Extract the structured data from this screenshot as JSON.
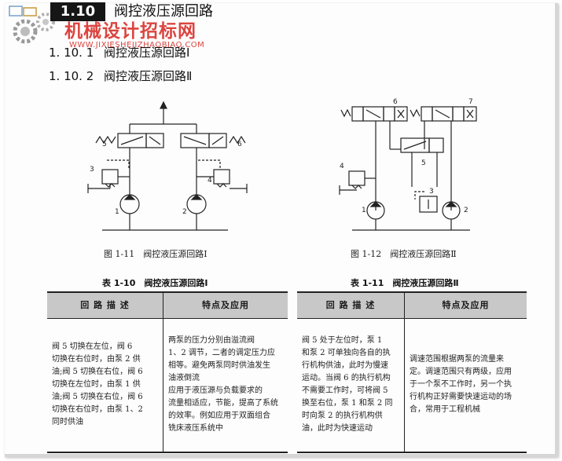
{
  "section": {
    "number": "1.10",
    "title": "阀控液压源回路"
  },
  "watermark": {
    "text": "机械设计招标网",
    "url": "WWW.JIXIESHEJIZHAOBIAO.COM"
  },
  "subsections": [
    {
      "number": "1. 10. 1",
      "title": "阀控液压源回路Ⅰ"
    },
    {
      "number": "1. 10. 2",
      "title": "阀控液压源回路Ⅱ"
    }
  ],
  "figures": [
    {
      "caption": "图 1-11　阀控液压源回路Ⅰ",
      "labels": [
        "5",
        "6",
        "3",
        "4",
        "1",
        "2"
      ]
    },
    {
      "caption": "图 1-12　阀控液压源回路Ⅱ",
      "labels": [
        "6",
        "7",
        "5",
        "4",
        "3",
        "1",
        "2"
      ]
    }
  ],
  "tables": [
    {
      "caption": "表 1-10　阀控液压源回路Ⅰ",
      "headers": [
        "回 路 描 述",
        "特点及应用"
      ],
      "description_lines": [
        "阀 5 切换在左位，阀 6",
        "切换在右位时，由泵 2 供",
        "油;阀 5 切换在右位，阀 6",
        "切换在左位时，由泵 1 供",
        "油;阀 5 切换在右位，阀 6",
        "切换在右位时，由泵 1、2",
        "同时供油"
      ],
      "application_lines": [
        "两泵的压力分别由溢流阀",
        "1、2 调节，二者的调定压力应",
        "相等。避免两泵同时供油发生",
        "油液倒流",
        "应用于液压源与负载要求的",
        "流量相适应，节能，提高了系统",
        "的效率。例如应用于双面组合",
        "铣床液压系统中"
      ]
    },
    {
      "caption": "表 1-11　阀控液压源回路Ⅱ",
      "headers": [
        "回 路 描 述",
        "特点及应用"
      ],
      "description_lines": [
        "阀 5 处于左位时，泵 1",
        "和泵 2 可单独向各自的执",
        "行机构供油，此时为慢速",
        "运动。当阀 6 的执行机构",
        "不需要工作时，可将阀 5",
        "换至右位，泵 1 和泵 2 同",
        "时向泵 2 的执行机构供",
        "油，此时为快速运动"
      ],
      "application_lines": [
        "调速范围根据两泵的流量来",
        "定。调速范围只有两级，应用",
        "于一个泵不工作时，另一个执",
        "行机构正好需要快速运动的场",
        "合，常用于工程机械"
      ]
    }
  ]
}
